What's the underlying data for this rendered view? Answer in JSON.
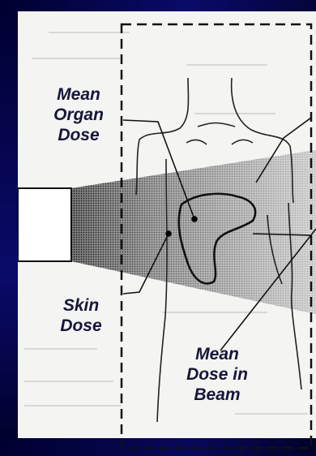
{
  "labels": {
    "mean_organ_dose": [
      "Mean",
      "Organ",
      "Dose"
    ],
    "skin_dose": [
      "Skin",
      "Dose"
    ],
    "mean_dose_in_beam": [
      "Mean",
      "Dose in",
      "Beam"
    ]
  },
  "colors": {
    "background": "#0a0a3a",
    "panel": "#f4f4f2",
    "label_text": "#16163a",
    "line": "#222222"
  }
}
